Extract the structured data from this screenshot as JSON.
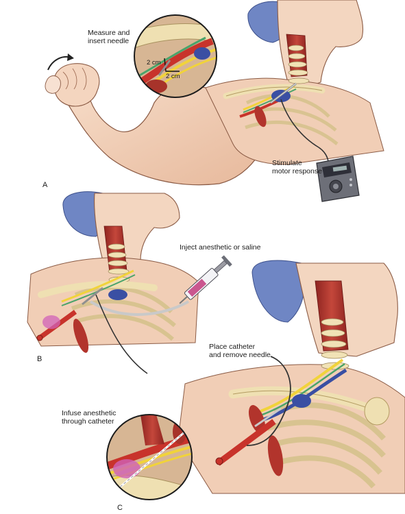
{
  "figure": {
    "panels": {
      "a": "A",
      "b": "B",
      "c": "C"
    },
    "labels": {
      "measure_line1": "Measure and",
      "measure_line2": "insert needle",
      "dim_vertical": "2 cm",
      "dim_horizontal": "2 cm",
      "stimulate_line1": "Stimulate",
      "stimulate_line2": "motor response",
      "inject": "Inject anesthetic or saline",
      "place_line1": "Place catheter",
      "place_line2": "and remove needle",
      "infuse_line1": "Infuse anesthetic",
      "infuse_line2": "through catheter"
    },
    "colors": {
      "skin": "#f2d3bc",
      "skin_shadow": "#d9ab8c",
      "drape": "#6f86c4",
      "muscle": "#b2342c",
      "bone": "#f1e2b6",
      "nerve": "#f1d33a",
      "vein": "#3a4fa3",
      "artery": "#c8332b",
      "green_nerve": "#4aa36a",
      "catheter": "#a8a8a8",
      "anesthetic": "#d061b8",
      "device": "#6d6f78"
    },
    "icons": {
      "rotation_arrow": "curved-arrow-icon",
      "nerve_stimulator": "stimulator-device-icon",
      "syringe": "syringe-icon"
    }
  }
}
